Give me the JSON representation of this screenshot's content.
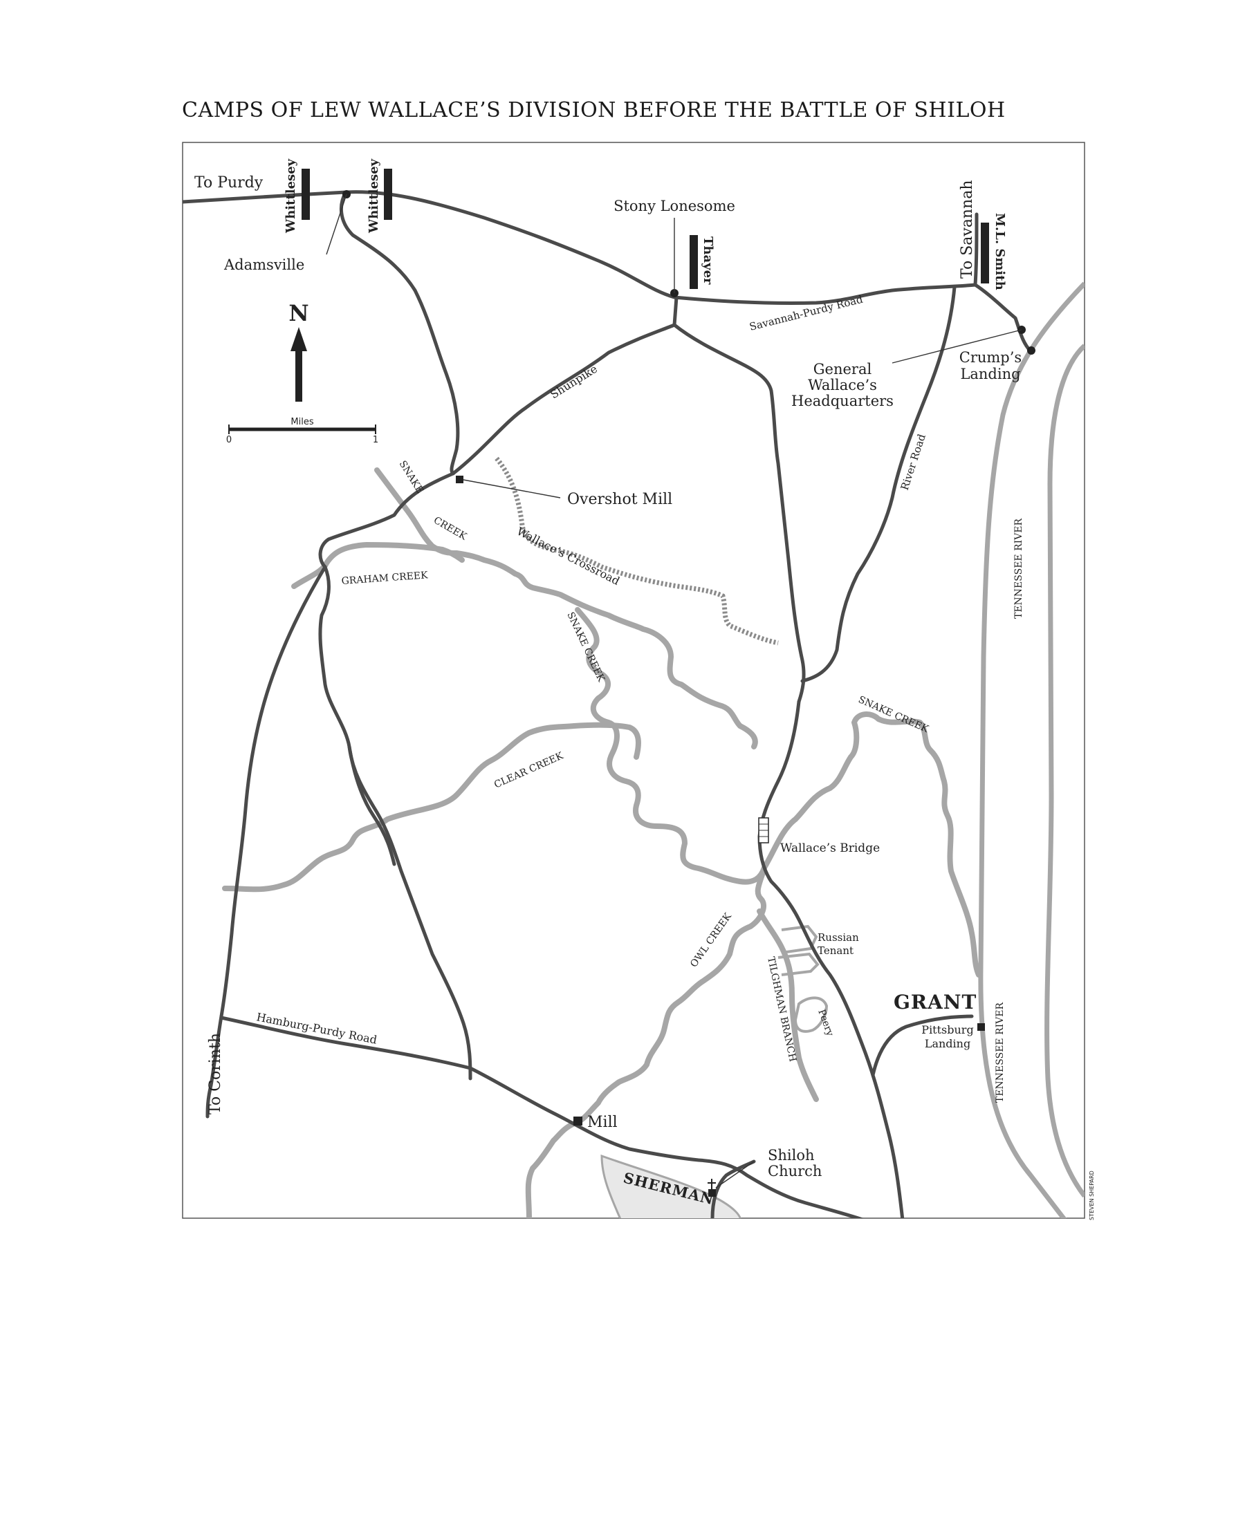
{
  "title": "CAMPS OF LEW WALLACE’S DIVISION BEFORE THE BATTLE OF SHILOH",
  "colors": {
    "road": "#4a4a4a",
    "creek": "#a6a6a6",
    "camp_bar": "#222222",
    "text": "#222222"
  },
  "compass": {
    "letter": "N",
    "icon": "north-arrow-icon"
  },
  "scale": {
    "label": "Miles",
    "start": "0",
    "end": "1"
  },
  "camps": [
    "Whittlesey",
    "Whittlesey",
    "Thayer",
    "M.L. Smith"
  ],
  "places": {
    "to_purdy": "To Purdy",
    "adamsville": "Adamsville",
    "stony_lonesome": "Stony Lonesome",
    "to_savannah": "To Savannah",
    "crumps_landing": [
      "Crump’s",
      "Landing"
    ],
    "wallace_hq": [
      "General",
      "Wallace’s",
      "Headquarters"
    ],
    "overshot_mill": "Overshot Mill",
    "wallaces_bridge": "Wallace’s Bridge",
    "russian_tenant": [
      "Russian",
      "Tenant"
    ],
    "peery": "Peery",
    "grant": "GRANT",
    "pittsburg_landing": [
      "Pittsburg",
      "Landing"
    ],
    "to_corinth": "To Corinth",
    "mill": "Mill",
    "shiloh_church": [
      "Shiloh",
      "Church"
    ],
    "sherman": "SHERMAN"
  },
  "roads": {
    "savannah_purdy": "Savannah-Purdy Road",
    "shunpike": "Shunpike",
    "river_road": "River Road",
    "wallaces_crossroad": "Wallace’s Crossroad",
    "hamburg_purdy": "Hamburg-Purdy Road"
  },
  "waterways": {
    "snake_creek_a": "SNAKE",
    "snake_creek_b": "CREEK",
    "graham_creek": "GRAHAM CREEK",
    "snake_creek_2": "SNAKE CREEK",
    "snake_creek_3": "SNAKE CREEK",
    "clear_creek": "CLEAR CREEK",
    "owl_creek": "OWL CREEK",
    "tilghman_branch": "TILGHMAN BRANCH",
    "tennessee_river_1": "TENNESSEE RIVER",
    "tennessee_river_2": "TENNESSEE RIVER"
  },
  "credit": "STEVEN SHEPARD"
}
